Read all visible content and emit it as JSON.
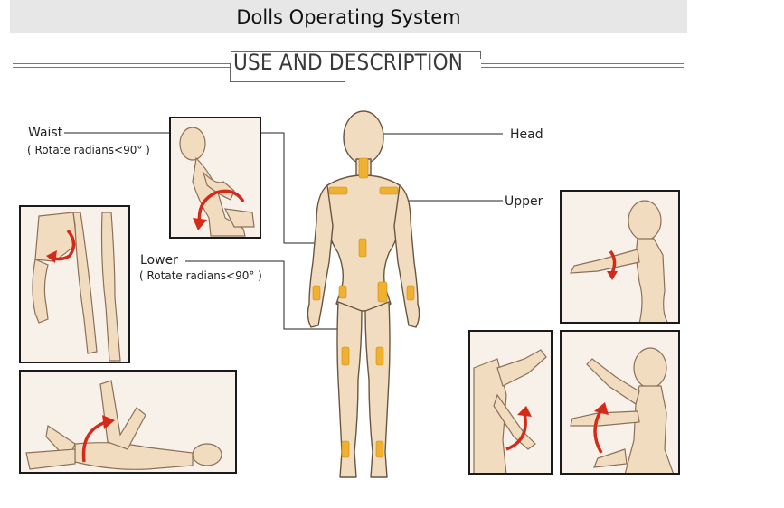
{
  "header": {
    "title": "Dolls Operating System",
    "section_title": "USE AND DESCRIPTION"
  },
  "labels": {
    "waist": "Waist",
    "waist_note": "( Rotate radians<90° )",
    "lower": "Lower",
    "lower_note": "( Rotate radians<90° )",
    "head": "Head",
    "upper": "Upper"
  },
  "colors": {
    "banner_bg": "#e7e7e7",
    "skin": "#f2dcc0",
    "skin_outline": "#6b5540",
    "joint": "#f0b030",
    "arrow": "#d42a1a",
    "panel_border": "#1a1a1a"
  }
}
